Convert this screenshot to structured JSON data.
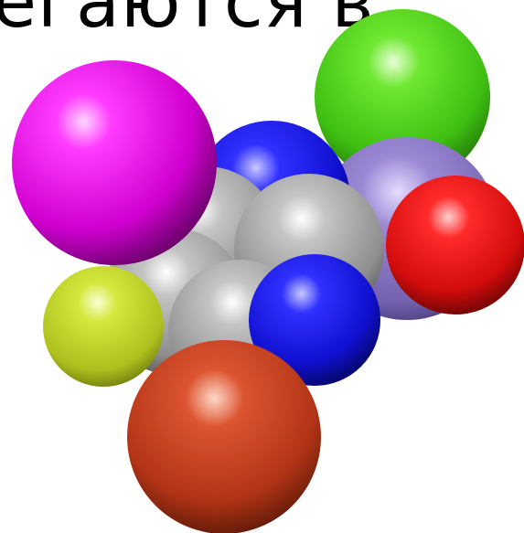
{
  "caption": {
    "text": "егаются в"
  },
  "atoms": [
    {
      "name": "magenta-atom",
      "color": "#f000f0"
    },
    {
      "name": "lime-green-atom",
      "color": "#4fd11f"
    },
    {
      "name": "blue-atom-top",
      "color": "#1a1ae6"
    },
    {
      "name": "purple-atom",
      "color": "#8a78c2"
    },
    {
      "name": "red-atom",
      "color": "#e01010"
    },
    {
      "name": "gray-atom",
      "color": "#9a9a9a"
    },
    {
      "name": "yellow-green-atom",
      "color": "#bcd12a"
    },
    {
      "name": "blue-atom-bottom",
      "color": "#1a1ae6"
    },
    {
      "name": "brown-atom",
      "color": "#c03c1a"
    }
  ]
}
